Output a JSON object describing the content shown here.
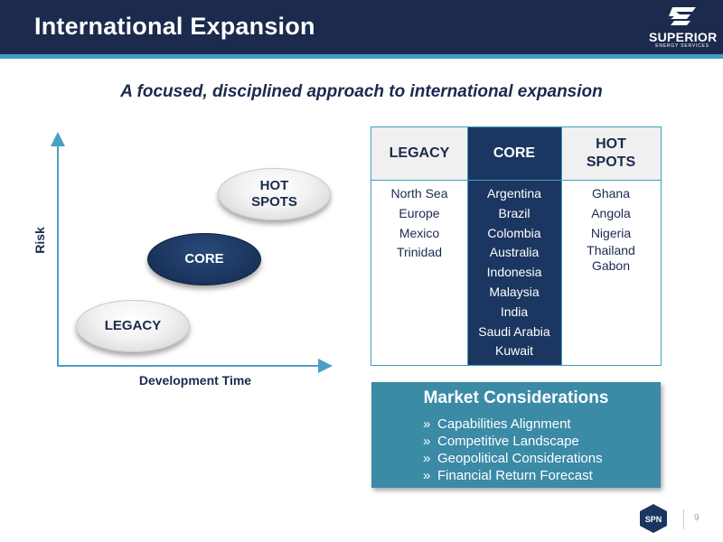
{
  "header": {
    "title": "International Expansion",
    "logo_word": "SUPERIOR",
    "logo_sub": "ENERGY SERVICES",
    "colors": {
      "navy": "#1b2a4d",
      "accent": "#3f9fc0"
    }
  },
  "subtitle": "A focused, disciplined approach to international expansion",
  "diagram": {
    "y_axis_label": "Risk",
    "x_axis_label": "Development Time",
    "bubbles": {
      "hot_spots": "HOT SPOTS",
      "core": "CORE",
      "legacy": "LEGACY"
    }
  },
  "table": {
    "columns": [
      {
        "header": "LEGACY",
        "items": [
          "North Sea",
          "Europe",
          "Mexico",
          "Trinidad"
        ]
      },
      {
        "header": "CORE",
        "items": [
          "Argentina",
          "Brazil",
          "Colombia",
          "Australia",
          "Indonesia",
          "Malaysia",
          "India",
          "Saudi Arabia",
          "Kuwait"
        ]
      },
      {
        "header": "HOT SPOTS",
        "items": [
          "Ghana",
          "Angola",
          "Nigeria",
          "Thailand",
          "Gabon"
        ]
      }
    ]
  },
  "market": {
    "title": "Market Considerations",
    "bullet": "»",
    "items": [
      "Capabilities Alignment",
      "Competitive Landscape",
      "Geopolitical Considerations",
      "Financial Return Forecast"
    ]
  },
  "footer": {
    "badge": "SPN",
    "page_number": "9"
  }
}
